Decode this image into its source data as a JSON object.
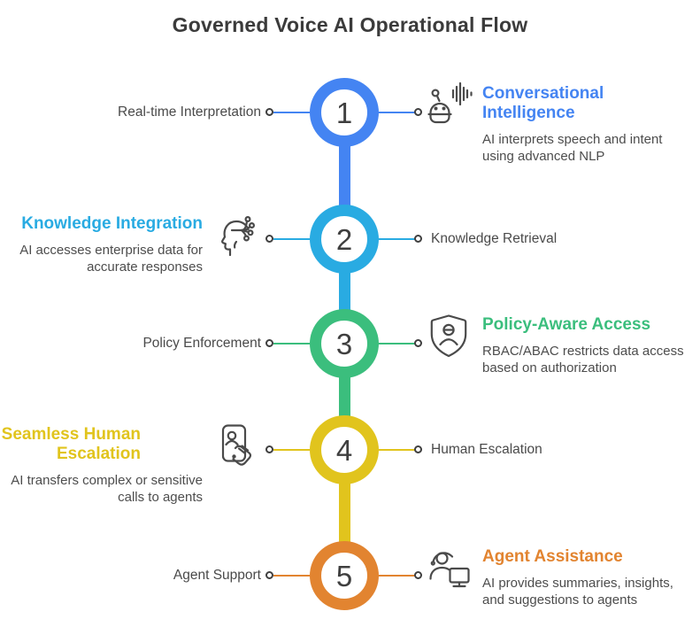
{
  "title": "Governed Voice AI Operational Flow",
  "palette": {
    "step1_blue": "#4484F2",
    "step2_cyan": "#29ABE2",
    "step3_green": "#3BBE7D",
    "step4_yellow": "#E1C41D",
    "step5_orange": "#E28430",
    "title_text": "#3b3b3b",
    "body_text": "#4d4d4d",
    "icon_stroke": "#4A4A4A"
  },
  "steps": [
    {
      "number": "1",
      "side_label": "Real-time Interpretation",
      "heading": "Conversational Intelligence",
      "description": "AI interprets speech and intent using advanced NLP",
      "icon": "robot-voice-icon",
      "color": "#4484F2"
    },
    {
      "number": "2",
      "side_label": "Knowledge Retrieval",
      "heading": "Knowledge Integration",
      "description": "AI accesses enterprise data for accurate responses",
      "icon": "head-circuit-icon",
      "color": "#29ABE2"
    },
    {
      "number": "3",
      "side_label": "Policy Enforcement",
      "heading": "Policy-Aware Access",
      "description": "RBAC/ABAC restricts data access based on authorization",
      "icon": "shield-user-icon",
      "color": "#3BBE7D"
    },
    {
      "number": "4",
      "side_label": "Human Escalation",
      "heading": "Seamless Human Escalation",
      "description": "AI transfers complex or sensitive calls to agents",
      "icon": "phone-hand-icon",
      "color": "#E1C41D"
    },
    {
      "number": "5",
      "side_label": "Agent Support",
      "heading": "Agent Assistance",
      "description": "AI provides summaries, insights, and suggestions to agents",
      "icon": "agent-headset-icon",
      "color": "#E28430"
    }
  ]
}
